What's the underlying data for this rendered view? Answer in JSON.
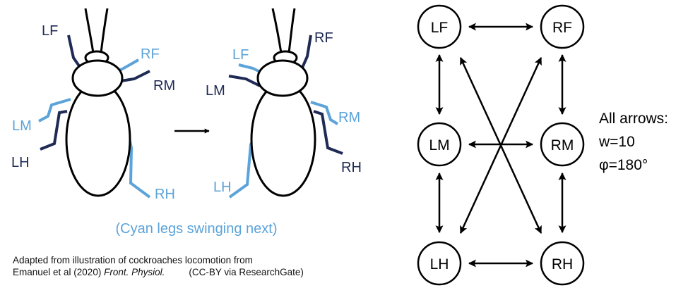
{
  "colors": {
    "cyan": "#5BA3D9",
    "navy": "#1F2A55",
    "ink": "#000000"
  },
  "left_panel": {
    "cockroach_1": {
      "labels": {
        "lf": "LF",
        "rf": "RF",
        "rm": "RM",
        "lm": "LM",
        "lh": "LH",
        "rh": "RH"
      }
    },
    "cockroach_2": {
      "labels": {
        "lf": "LF",
        "rf": "RF",
        "lm": "LM",
        "rm": "RM",
        "lh": "LH",
        "rh": "RH"
      }
    },
    "transition_arrow": "→",
    "swing_note": "(Cyan legs swinging next)"
  },
  "caption": {
    "line1": "Adapted from illustration of cockroaches locomotion from",
    "line2_prefix": "Emanuel et al (2020) ",
    "line2_journal": "Front. Physiol.",
    "line2_license": "(CC-BY via ResearchGate)"
  },
  "network": {
    "nodes": {
      "lf": "LF",
      "rf": "RF",
      "lm": "LM",
      "rm": "RM",
      "lh": "LH",
      "rh": "RH"
    },
    "legend": {
      "title": "All arrows:",
      "w": "w=10",
      "phi": "φ=180°"
    }
  }
}
